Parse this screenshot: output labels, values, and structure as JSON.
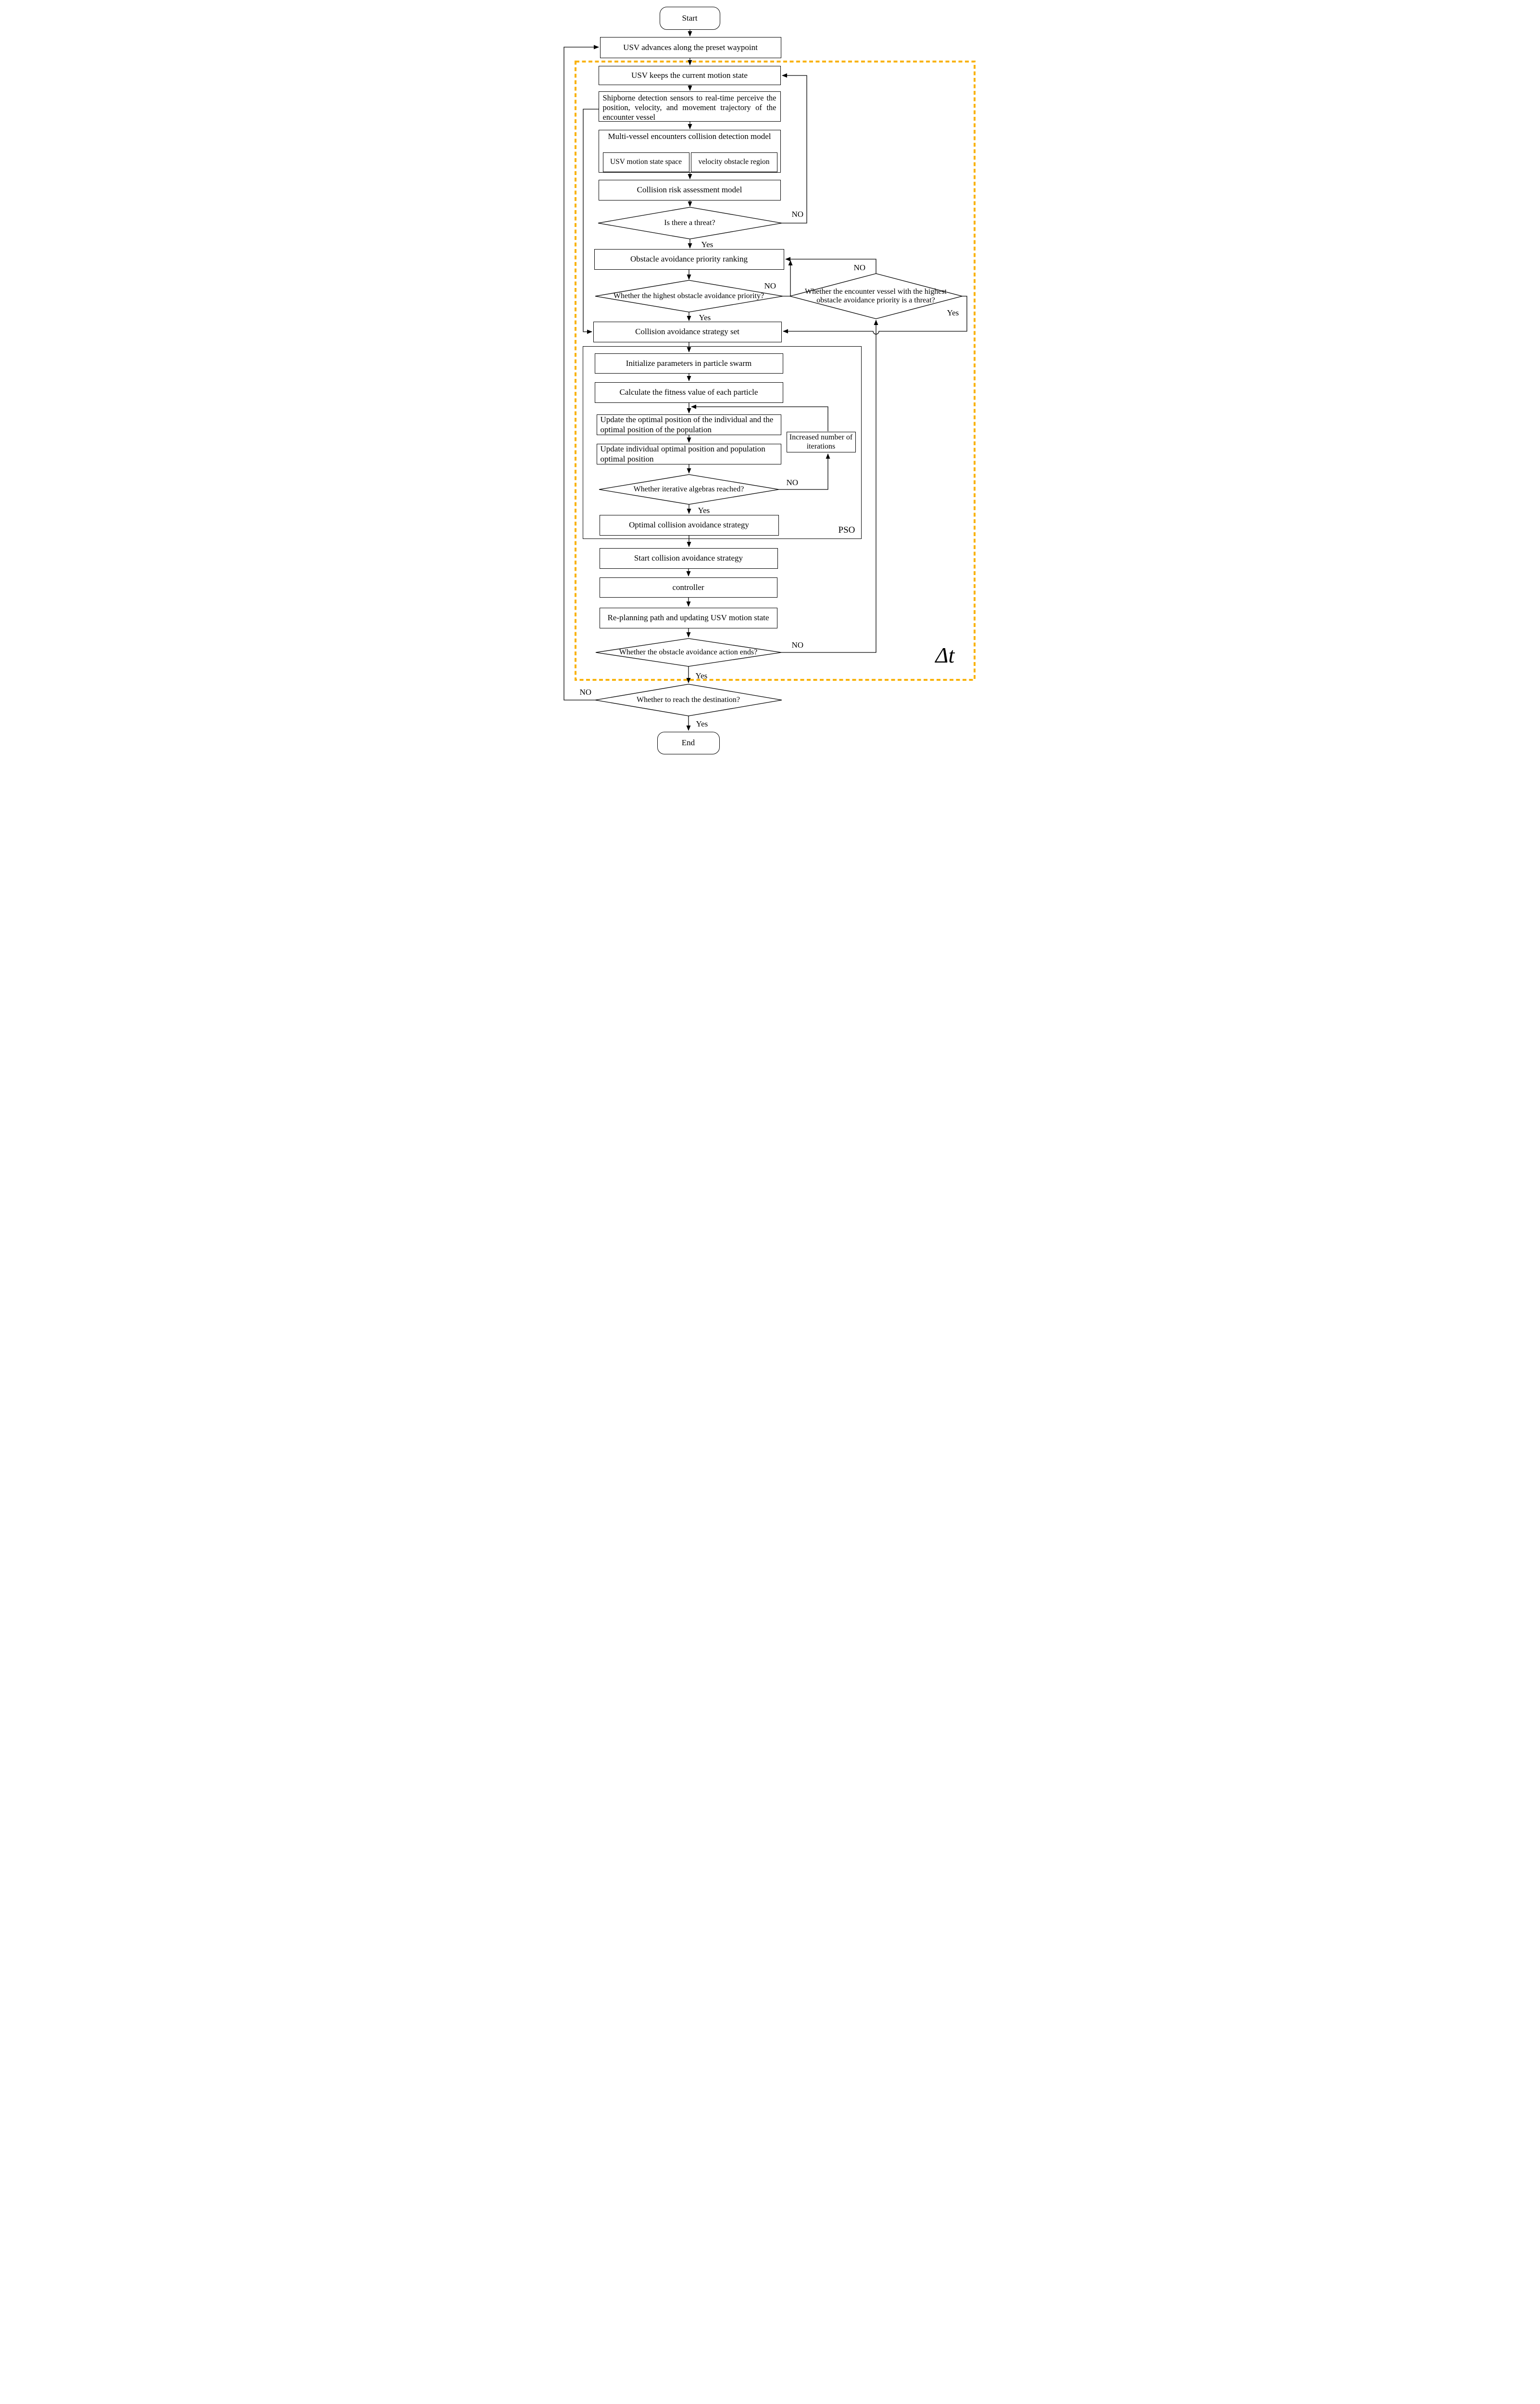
{
  "colors": {
    "dashed_box": "#F9B208",
    "line": "#000000",
    "background": "#FFFFFF"
  },
  "labels": {
    "yes": "Yes",
    "no": "NO",
    "pso": "PSO",
    "delta_t": "Δt"
  },
  "nodes": {
    "start": "Start",
    "advance": "USV advances along the preset waypoint",
    "keep_state": "USV keeps the current motion state",
    "sensors": "Shipborne detection sensors to real-time perceive the position, velocity, and movement trajectory of the encounter vessel",
    "detection_model_title": "Multi-vessel encounters collision detection model",
    "motion_state_space": "USV motion state space",
    "velocity_obstacle_region": "velocity obstacle region",
    "risk_model": "Collision risk assessment model",
    "threat_question": "Is there a threat?",
    "priority_ranking": "Obstacle avoidance priority ranking",
    "highest_priority_question": "Whether the highest obstacle avoidance priority?",
    "encounter_threat_question": "Whether the encounter vessel with the highest obstacle avoidance priority is a threat?",
    "strategy_set": "Collision avoidance strategy set",
    "init_particles": "Initialize parameters in particle swarm",
    "calc_fitness": "Calculate the fitness value of each particle",
    "update_optimal": "Update the optimal position of the individual and the optimal position of the population",
    "update_individual": "Update individual optimal position and population optimal position",
    "increase_iterations": "Increased number of iterations",
    "iterative_question": "Whether iterative algebras reached?",
    "optimal_strategy": "Optimal collision avoidance strategy",
    "start_strategy": "Start collision avoidance strategy",
    "controller": "controller",
    "replanning": "Re-planning path and updating USV motion state",
    "action_ends_question": "Whether the obstacle avoidance action ends?",
    "destination_question": "Whether to reach the destination?",
    "end": "End"
  }
}
